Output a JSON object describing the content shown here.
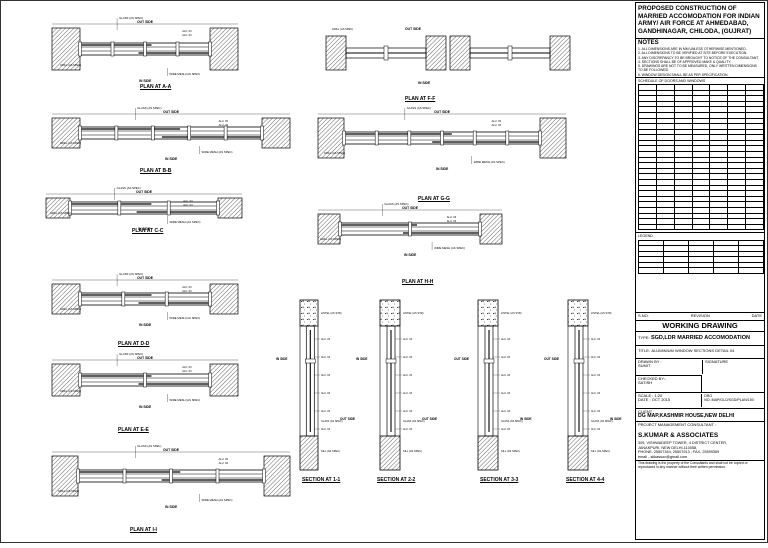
{
  "title_block": {
    "project_title": "PROPOSED CONSTRUCTION OF MARRIED ACCOMODATION FOR INDIAN ARMY/ AIR FORCE AT AHMEDABAD, GANDHINAGAR, CHILODA, (GUJRAT)",
    "notes_heading": "NOTES",
    "notes": [
      "1. ALL DIMENSIONS ARE IN MM UNLESS OTHERWISE MENTIONED.",
      "2. ALL DIMENSIONS TO BE VERIFIED AT SITE BEFORE EXECUTION.",
      "3. ANY DISCREPANCY TO BE BROUGHT TO NOTICE OF THE CONSULTANT.",
      "4. SECTIONS SHALL BE OF APPROVED MAKE & QUALITY.",
      "5. DRAWINGS ARE NOT TO BE MEASURED, ONLY WRITTEN DIMENSIONS TO BE FOLLOWED.",
      "6. WINDOW DESIGN SHALL BE AS PER SPECIFICATION."
    ],
    "schedule_heading": "SCHEDULE OF DOORS AND WINDOWS",
    "legend_label": "LEGEND",
    "rev_header": [
      "S.NO.",
      "REVISION",
      "DATE"
    ],
    "drawing_status": "WORKING DRAWING",
    "type_label": "TYPE:",
    "type_value": "SGD,LDR MARRIED ACCOMODATION",
    "title_label": "TITLE:",
    "title_value": "ALUMINIUM WINDOW SECTIONS DETAIL 04",
    "drawn_by_label": "DRAWN BY :",
    "drawn_by": "SUMIT",
    "signature_label": "SIGNATURE",
    "checked_by_label": "CHECKED BY:-",
    "checked_by": "SATISH",
    "scale_label": "SCALE :",
    "scale": "1:20",
    "date_label": "DATE :",
    "date": "OCT 2015",
    "drg_no": "DRG NO.:MAP/GUJ/SGD/PLAN/150",
    "client_label": "CLIENT",
    "client": "DG MAP,KASHMIR HOUSE,NEW DELHI",
    "pmc_label": "PROJECT MANAGEMENT CONSULTANT :",
    "consultant_name": "S.KUMAR & ASSOCIATES",
    "consultant_address": [
      "305, VISHWADEEP TOWER, 4 DISTRICT CENTER,",
      "JANAKPURI, NEW DELHI-110058,",
      "PHONE- 25507344, 25507913 ; FAX- 25599369",
      "email - skkassoc@gmail.com"
    ],
    "disclaimer": "This drawing is the property of the Consultants and shall not be copied or reproduced in any manner without their written permission."
  },
  "plans": [
    {
      "label": "PLAN AT A-A",
      "top_text": "OUT SIDE",
      "bottom_text": "IN SIDE"
    },
    {
      "label": "PLAN AT B-B",
      "top_text": "OUT SIDE",
      "bottom_text": "IN SIDE"
    },
    {
      "label": "PLAN AT C-C",
      "top_text": "OUT SIDE",
      "bottom_text": "IN SIDE"
    },
    {
      "label": "PLAN AT D-D",
      "top_text": "OUT SIDE",
      "bottom_text": "IN SIDE"
    },
    {
      "label": "PLAN AT E-E",
      "top_text": "OUT SIDE",
      "bottom_text": "IN SIDE"
    },
    {
      "label": "PLAN AT I-I",
      "top_text": "OUT SIDE",
      "bottom_text": "IN SIDE"
    },
    {
      "label": "PLAN AT F-F",
      "top_text": "OUT SIDE",
      "bottom_text": "IN SIDE"
    },
    {
      "label": "PLAN AT G-G",
      "top_text": "OUT SIDE",
      "bottom_text": "IN SIDE"
    },
    {
      "label": "PLAN AT H-H",
      "top_text": "OUT SIDE",
      "bottom_text": "IN SIDE"
    }
  ],
  "sections": [
    {
      "label": "SECTION AT 1-1"
    },
    {
      "label": "SECTION AT 2-2"
    },
    {
      "label": "SECTION AT 3-3"
    },
    {
      "label": "SECTION AT 4-4"
    }
  ],
  "callouts": {
    "cement_plaster": "CEMENT PLASTER",
    "ad_spec": "AD SPEC",
    "brick_work": "BRICK WORK",
    "glass": "GLASS (AS SPEC)",
    "grill": "GRILL (AS SPEC)",
    "wire_mesh": "WIRE MESH (AS SPEC)",
    "alu": "ALU. 03",
    "in_side": "IN SIDE",
    "out_side": "OUT SIDE",
    "lintel": "LINTEL (AS STR)",
    "sill": "SILL (AS SPEC)"
  }
}
